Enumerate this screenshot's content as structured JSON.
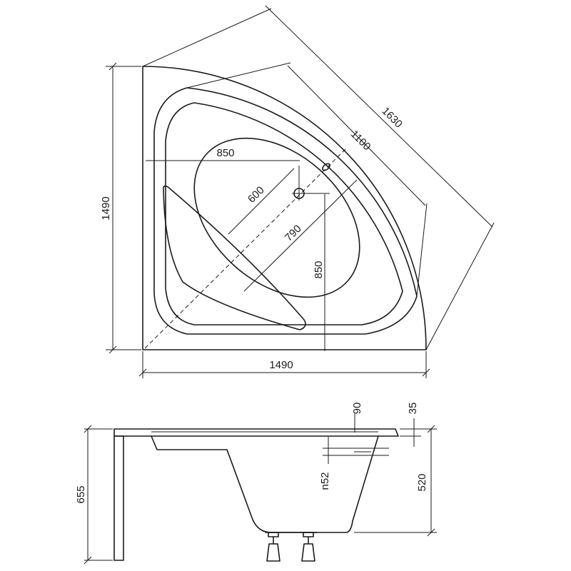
{
  "dimensions": {
    "top_view": {
      "height_left": "1490",
      "width_bottom": "1490",
      "diagonal_outer": "1630",
      "diagonal_inner": "1100",
      "basin_length": "850",
      "basin_width_diag": "600",
      "basin_center_diag": "790",
      "basin_height": "850"
    },
    "side_view": {
      "overall_height": "655",
      "inner_depth": "520",
      "rim_height": "35",
      "rim_width": "90",
      "overflow_dia": "n52"
    }
  }
}
